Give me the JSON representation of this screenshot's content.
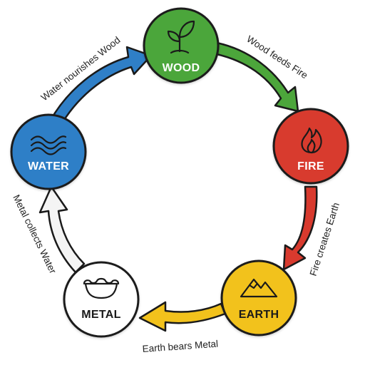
{
  "diagram": {
    "nodes": [
      {
        "id": "wood",
        "label": "WOOD",
        "color": "#4ca63b",
        "text_color": "#ffffff",
        "icon": "sprout-icon"
      },
      {
        "id": "fire",
        "label": "FIRE",
        "color": "#d83a2e",
        "text_color": "#ffffff",
        "icon": "flame-icon"
      },
      {
        "id": "earth",
        "label": "EARTH",
        "color": "#f2c21c",
        "text_color": "#1a1a1a",
        "icon": "mountain-icon"
      },
      {
        "id": "metal",
        "label": "METAL",
        "color": "#ffffff",
        "text_color": "#1a1a1a",
        "icon": "ingot-icon"
      },
      {
        "id": "water",
        "label": "WATER",
        "color": "#2f7fc7",
        "text_color": "#ffffff",
        "icon": "wave-icon"
      }
    ],
    "arrows": [
      {
        "from": "wood",
        "to": "fire",
        "label": "Wood feeds Fire",
        "color": "#4ca63b"
      },
      {
        "from": "fire",
        "to": "earth",
        "label": "Fire creates Earth",
        "color": "#d83a2e"
      },
      {
        "from": "earth",
        "to": "metal",
        "label": "Earth bears Metal",
        "color": "#f2c21c"
      },
      {
        "from": "metal",
        "to": "water",
        "label": "Metal collects Water",
        "color": "#f4f4f4"
      },
      {
        "from": "water",
        "to": "wood",
        "label": "Water nourishes Wood",
        "color": "#2f7fc7"
      }
    ]
  }
}
